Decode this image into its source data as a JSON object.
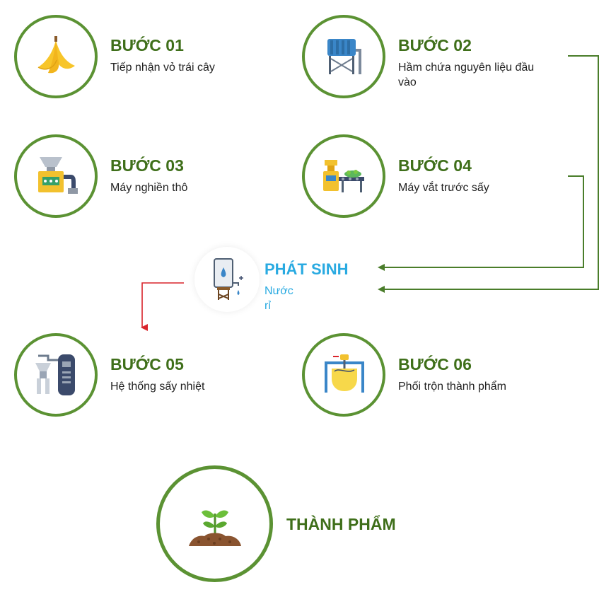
{
  "colors": {
    "accent_green": "#5b9233",
    "title_green": "#3f6f1a",
    "line_green": "#4a7d2a",
    "highlight_blue": "#29aae1",
    "arrow_red": "#d9242b"
  },
  "steps": [
    {
      "title": "BƯỚC 01",
      "desc": "Tiếp nhận vỏ trái cây",
      "icon": "banana-peel-icon"
    },
    {
      "title": "BƯỚC 02",
      "desc": "Hầm chứa nguyên liệu đầu vào",
      "icon": "water-tank-icon"
    },
    {
      "title": "BƯỚC 03",
      "desc": "Máy nghiền thô",
      "icon": "grinder-machine-icon"
    },
    {
      "title": "BƯỚC 04",
      "desc": "Máy vắt trước sấy",
      "icon": "press-conveyor-icon"
    },
    {
      "title": "BƯỚC 05",
      "desc": "Hệ thống sấy nhiệt",
      "icon": "dryer-system-icon"
    },
    {
      "title": "BƯỚC 06",
      "desc": "Phối trộn thành phẩm",
      "icon": "mixer-icon"
    }
  ],
  "byproduct": {
    "title": "PHÁT SINH",
    "desc": "Nước rỉ",
    "icon": "leachate-tank-icon"
  },
  "final": {
    "title": "THÀNH PHẨM",
    "icon": "sprout-soil-icon"
  }
}
